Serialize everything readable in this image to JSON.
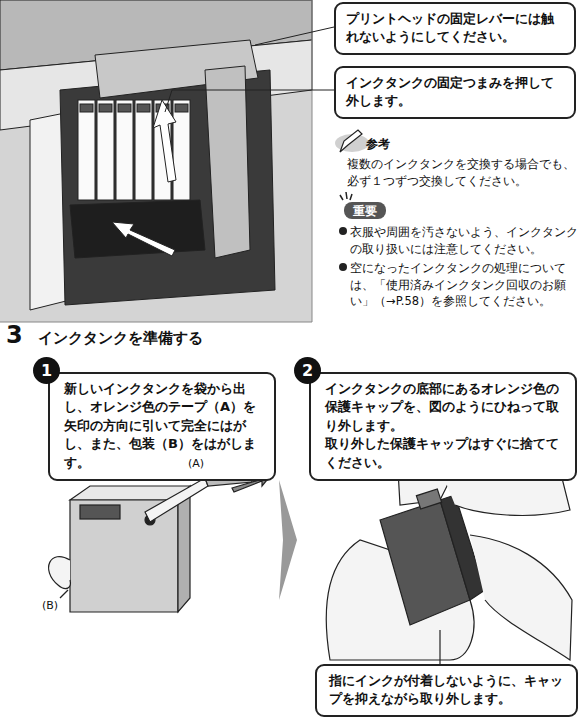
{
  "diagram": {
    "nodes": [
      {
        "text": [
          "プリントヘッドの固定レバーには触れないようにしてください。"
        ]
      },
      {
        "text": [
          "インクタンクの固定つまみを押して外します。"
        ]
      },
      {
        "text": [
          "1"
        ]
      },
      {
        "text": [
          "新しいインクタンクを袋から出し、オレンジ色のテープ（A）を矢印の方向に引いて完全にはがし、また、包装（B）をはがします。"
        ]
      },
      {
        "text": [
          "2"
        ]
      },
      {
        "text": [
          "インクタンクの底部にあるオレンジ色の保護キャップを、図のようにひねって取り外します。",
          "取り外した保護キャップはすぐに捨ててください。"
        ]
      },
      {
        "text": [
          "指にインクが付着しないように、キャップを抑えながら取り外します。"
        ]
      }
    ],
    "labels": [
      "参考",
      "複数のインクタンクを交換する場合でも、必ず１つずつ交換してください。",
      "重要",
      "衣服や周囲を汚さないよう、インクタンクの取り扱いには注意してください。",
      "空になったインクタンクの処理については、「使用済みインクタンク回収のお願い」（→P.58）を参照してください。",
      "3",
      "インクタンクを準備する",
      "(A)",
      "(B)"
    ]
  }
}
